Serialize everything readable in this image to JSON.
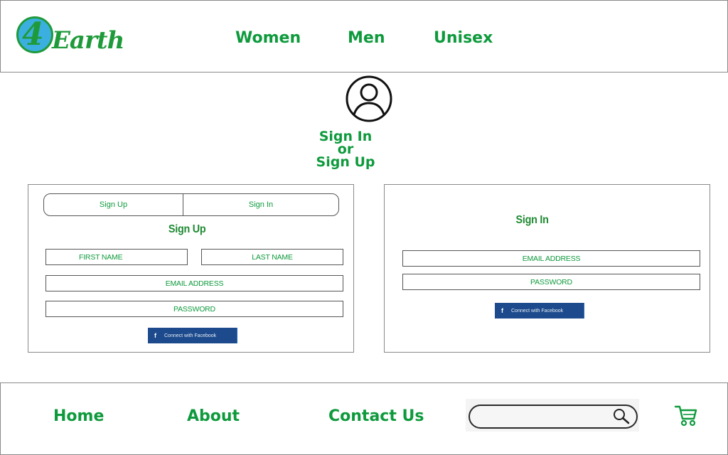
{
  "header": {
    "logo": {
      "mark": "4",
      "text": "Earth"
    },
    "nav": [
      {
        "label": "Women"
      },
      {
        "label": "Men"
      },
      {
        "label": "Unisex"
      }
    ]
  },
  "hero": {
    "icon": "user-circle-icon",
    "title_line1": "Sign In",
    "title_line2": "or",
    "title_line3": "Sign Up"
  },
  "signup_panel": {
    "toggle": [
      {
        "label": "Sign Up"
      },
      {
        "label": "Sign In"
      }
    ],
    "heading": "Sign Up",
    "fields": {
      "first_name": {
        "placeholder": "FIRST NAME"
      },
      "last_name": {
        "placeholder": "LAST NAME"
      },
      "email": {
        "placeholder": "EMAIL ADDRESS"
      },
      "password": {
        "placeholder": "PASSWORD"
      }
    },
    "facebook_button": {
      "icon": "f",
      "label": "Connect with Facebook"
    }
  },
  "signin_panel": {
    "heading": "Sign In",
    "fields": {
      "email": {
        "placeholder": "EMAIL ADDRESS"
      },
      "password": {
        "placeholder": "PASSWORD"
      }
    },
    "facebook_button": {
      "icon": "f",
      "label": "Connect with Facebook"
    }
  },
  "footer": {
    "nav": [
      {
        "label": "Home"
      },
      {
        "label": "About"
      },
      {
        "label": "Contact Us"
      }
    ],
    "search": {
      "placeholder": "",
      "value": ""
    },
    "cart_icon": "cart-icon"
  },
  "colors": {
    "brand_green": "#0e9a3c",
    "heading_green": "#1f8a33",
    "facebook_blue": "#1c4a8c",
    "logo_blue": "#3bb0e0",
    "border_gray": "#8a8a8a"
  }
}
